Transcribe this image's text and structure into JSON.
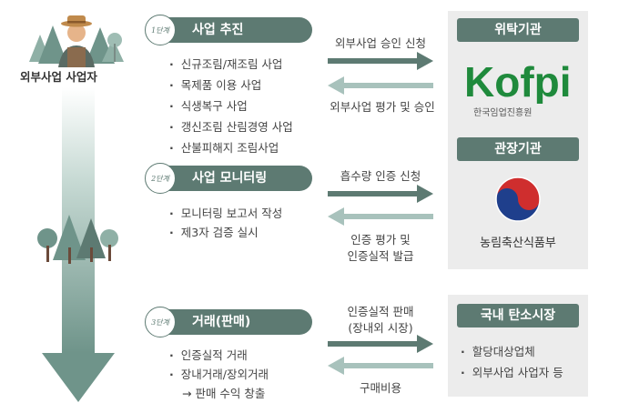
{
  "actor": {
    "label": "외부사업 사업자"
  },
  "steps": [
    {
      "badge": "1단계",
      "title": "사업 추진",
      "items": [
        "신규조림/재조림 사업",
        "목제품 이용 사업",
        "식생복구 사업",
        "갱신조림 산림경영 사업",
        "산불피해지 조림사업"
      ]
    },
    {
      "badge": "2단계",
      "title": "사업 모니터링",
      "items": [
        "모니터링 보고서 작성",
        "제3자 검증 실시"
      ]
    },
    {
      "badge": "3단계",
      "title": "거래(판매)",
      "items": [
        "인증실적 거래",
        "장내거래/장외거래"
      ],
      "sub": "→ 판매 수익 창출"
    }
  ],
  "arrows": {
    "a1_right": "외부사업 승인 신청",
    "a1_left": "외부사업 평가 및 승인",
    "a2_right": "흡수량 인증 신청",
    "a2_left_1": "인증 평가 및",
    "a2_left_2": "인증실적 발급",
    "a3_right_1": "인증실적 판매",
    "a3_right_2": "(장내외 시장)",
    "a3_left": "구매비용"
  },
  "orgs": {
    "trust_title": "위탁기관",
    "trust_logo": "Kofpi",
    "trust_name": "한국임업진흥원",
    "ministry_title": "관장기관",
    "ministry_name": "농림축산식품부",
    "market_title": "국내 탄소시장",
    "market_items": [
      "할당대상업체",
      "외부사업 사업자 등"
    ]
  },
  "colors": {
    "accent": "#5d7a72",
    "logo_green": "#1f8a3c",
    "arrow": "#5d7a72",
    "arrow_light": "#a8c2bc"
  }
}
